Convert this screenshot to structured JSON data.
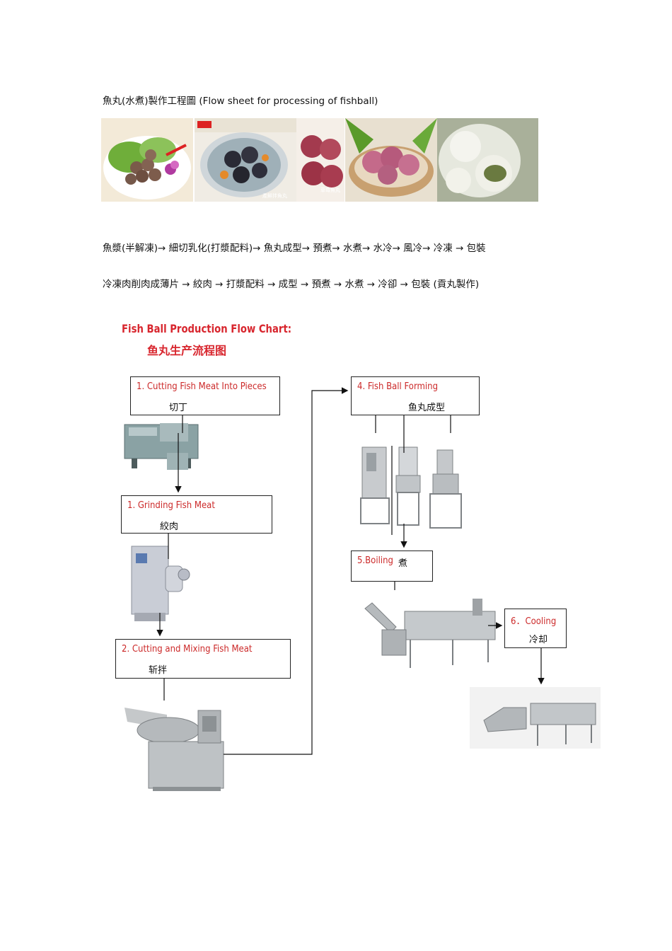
{
  "heading": "魚丸(水煮)製作工程圖 (Flow sheet for processing of fishball)",
  "photo_labels": [
    "產鮮拌魚丸",
    "草莓魚丸"
  ],
  "process_line_1": "魚漿(半解凍)→ 細切乳化(打漿配料)→ 魚丸成型→ 預煮→ 水煮→ 水冷→ 風冷→ 冷凍 → 包裝",
  "process_line_2": "冷凍肉削肉成薄片 → 絞肉 → 打漿配料 → 成型 → 預煮 → 水煮 → 冷卻 → 包裝 (貢丸製作)",
  "chart": {
    "title_en": "Fish Ball Production Flow Chart:",
    "title_zh": "鱼丸生产流程图",
    "steps": [
      {
        "en": "1. Cutting Fish Meat Into Pieces",
        "zh": "切丁"
      },
      {
        "en": "1.    Grinding Fish Meat",
        "zh": "絞肉"
      },
      {
        "en": "2.    Cutting and Mixing Fish    Meat",
        "zh": "斩拌"
      },
      {
        "en": "4. Fish Ball Forming",
        "zh": "鱼丸成型"
      },
      {
        "en": "5.Boiling",
        "zh": "煮"
      },
      {
        "en": "6．Cooling",
        "zh": "冷却"
      }
    ]
  }
}
